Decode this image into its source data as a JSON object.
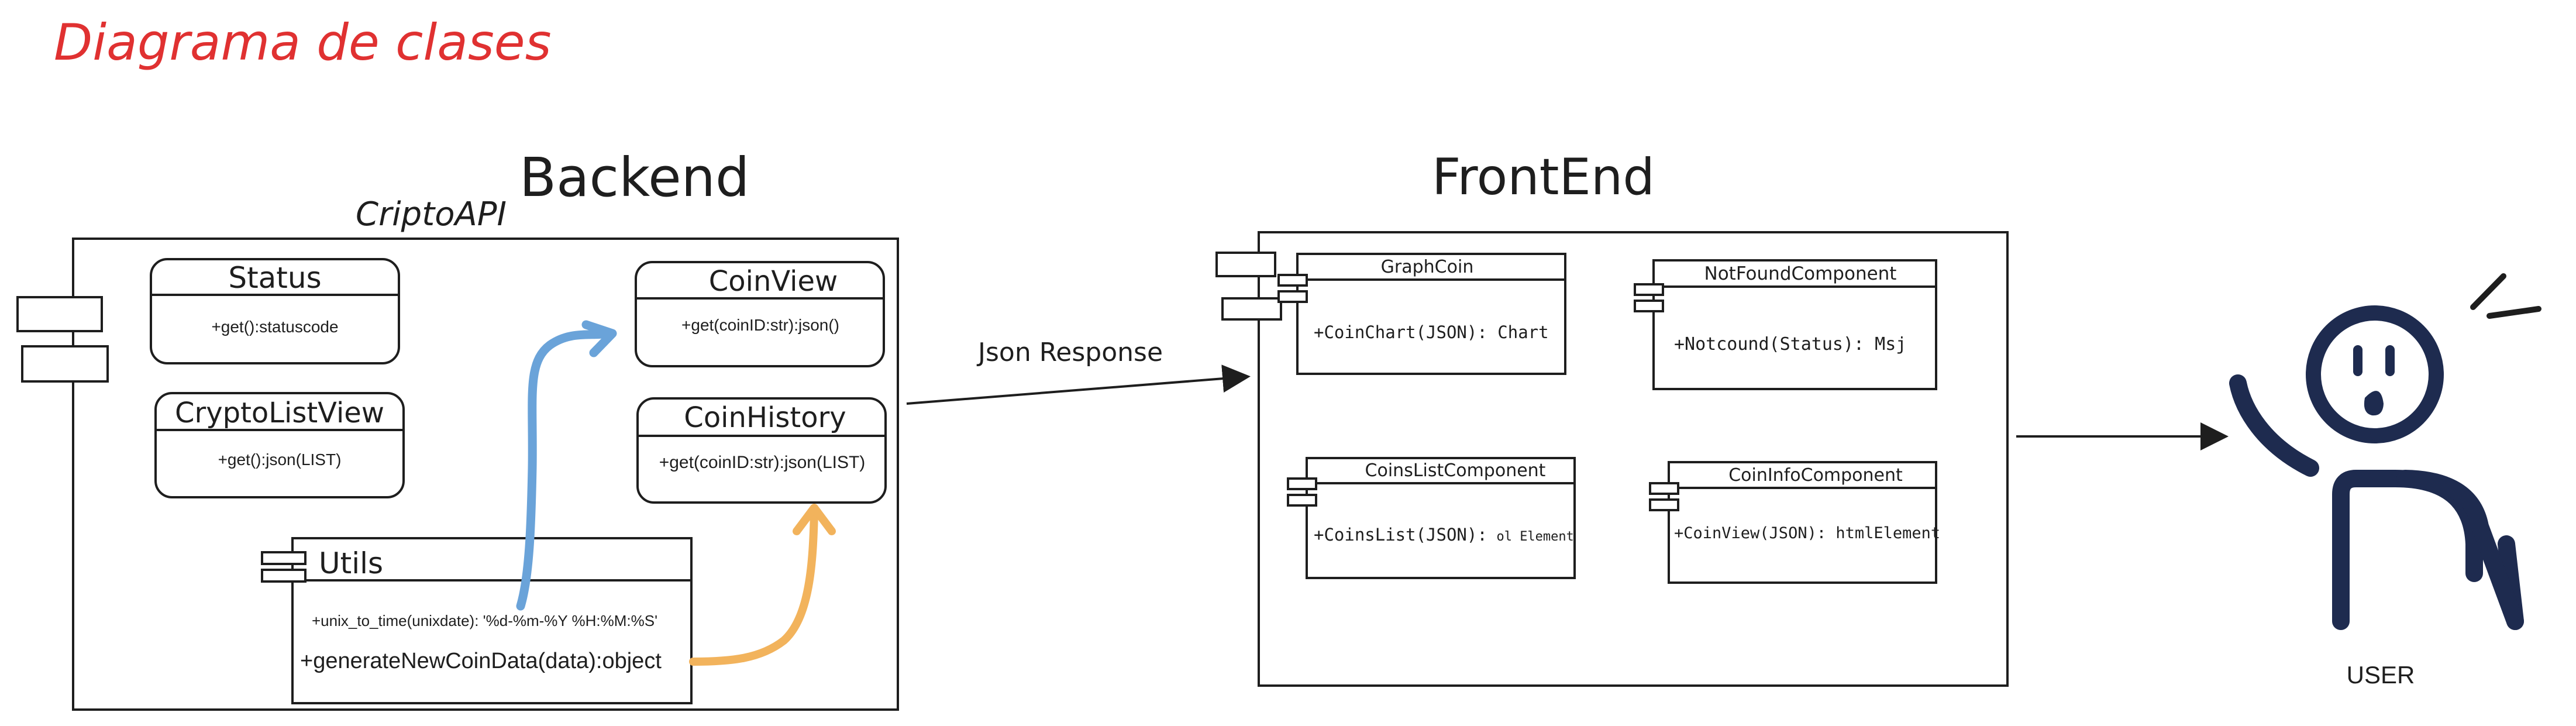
{
  "title": "Diagrama de clases",
  "colors": {
    "title": "#e03131",
    "stroke": "#1e1e1e",
    "blue_arrow": "#6aa3d9",
    "orange_arrow": "#f2b35c",
    "user_figure": "#1e2b4f"
  },
  "backend": {
    "heading": "Backend",
    "package_name": "CriptoAPI",
    "classes": {
      "status": {
        "name": "Status",
        "method": "+get():statuscode"
      },
      "crypto_list_view": {
        "name": "CryptoListView",
        "method": "+get():json(LIST)"
      },
      "coin_view": {
        "name": "CoinView",
        "method": "+get(coinID:str):json()"
      },
      "coin_history": {
        "name": "CoinHistory",
        "method": "+get(coinID:str):json(LIST)"
      },
      "utils": {
        "name": "Utils",
        "method1": "+unix_to_time(unixdate): '%d-%m-%Y %H:%M:%S'",
        "method2": "+generateNewCoinData(data):object"
      }
    }
  },
  "json_response_label": "Json Response",
  "frontend": {
    "heading": "FrontEnd",
    "components": {
      "graph_coin": {
        "name": "GraphCoin",
        "method": "+CoinChart(JSON): Chart"
      },
      "not_found": {
        "name": "NotFoundComponent",
        "method": "+Notcound(Status): Msj"
      },
      "coins_list": {
        "name": "CoinsListComponent",
        "method_main": "+CoinsList(JSON):",
        "method_type": "ol Element"
      },
      "coin_info": {
        "name": "CoinInfoComponent",
        "method": "+CoinView(JSON): htmlElement"
      }
    }
  },
  "user_label": "USER"
}
